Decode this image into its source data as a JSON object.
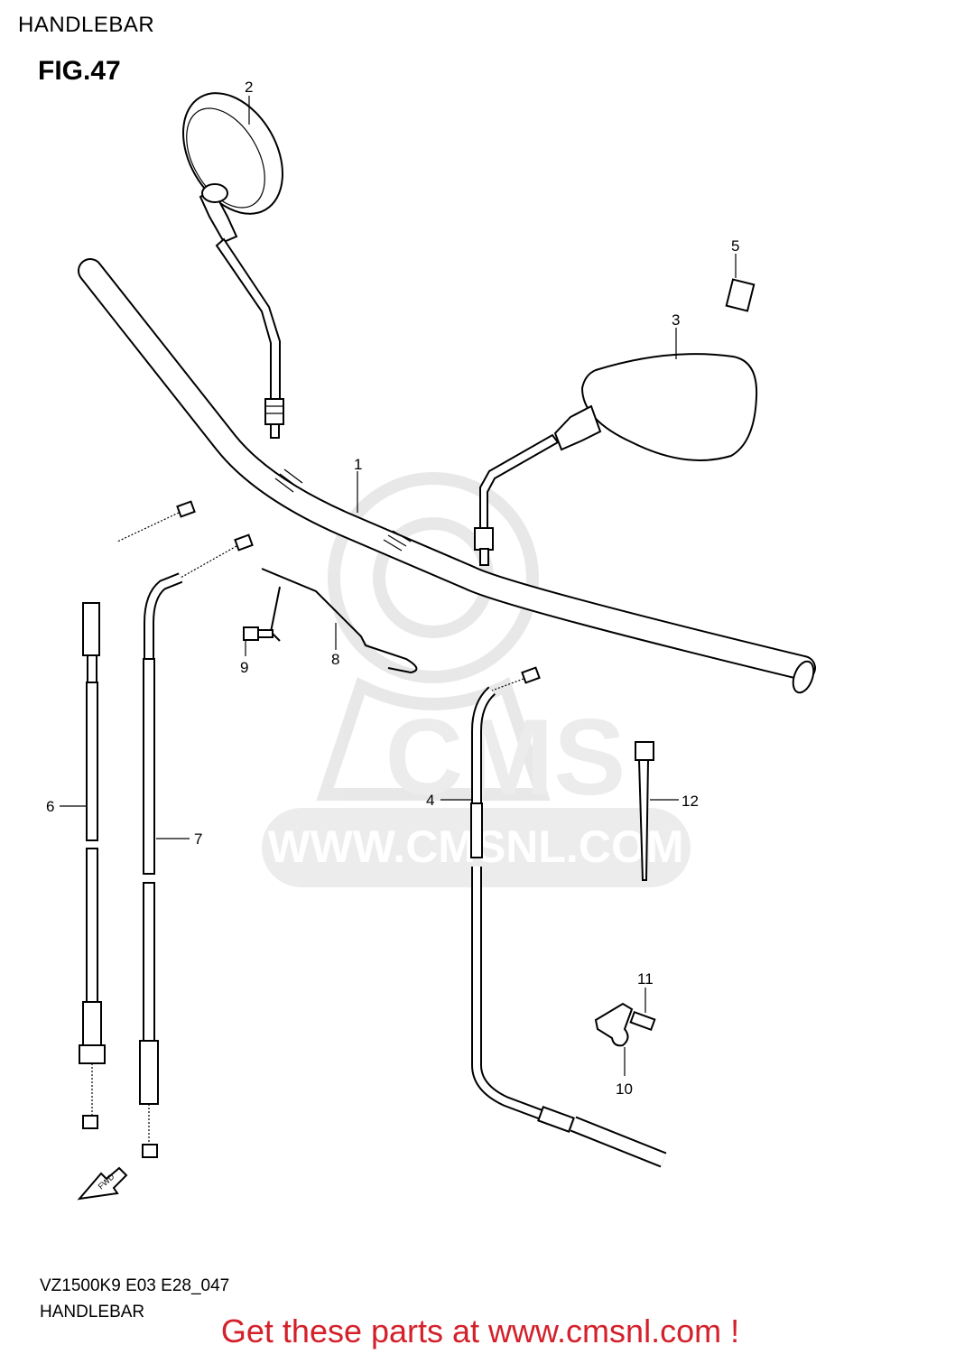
{
  "header": {
    "page_title": "HANDLEBAR",
    "figure_label": "FIG.47"
  },
  "footer": {
    "model_code": "VZ1500K9 E03 E28_047",
    "section_title": "HANDLEBAR",
    "promo_text": "Get these parts at www.cmsnl.com !",
    "promo_color": "#d4202a"
  },
  "watermark": {
    "brand": "CMS",
    "url": "WWW.CMSNL.COM"
  },
  "fwd_arrow": {
    "label": "FWD"
  },
  "callouts": [
    "1",
    "2",
    "3",
    "4",
    "5",
    "6",
    "7",
    "8",
    "9",
    "10",
    "11",
    "12"
  ]
}
